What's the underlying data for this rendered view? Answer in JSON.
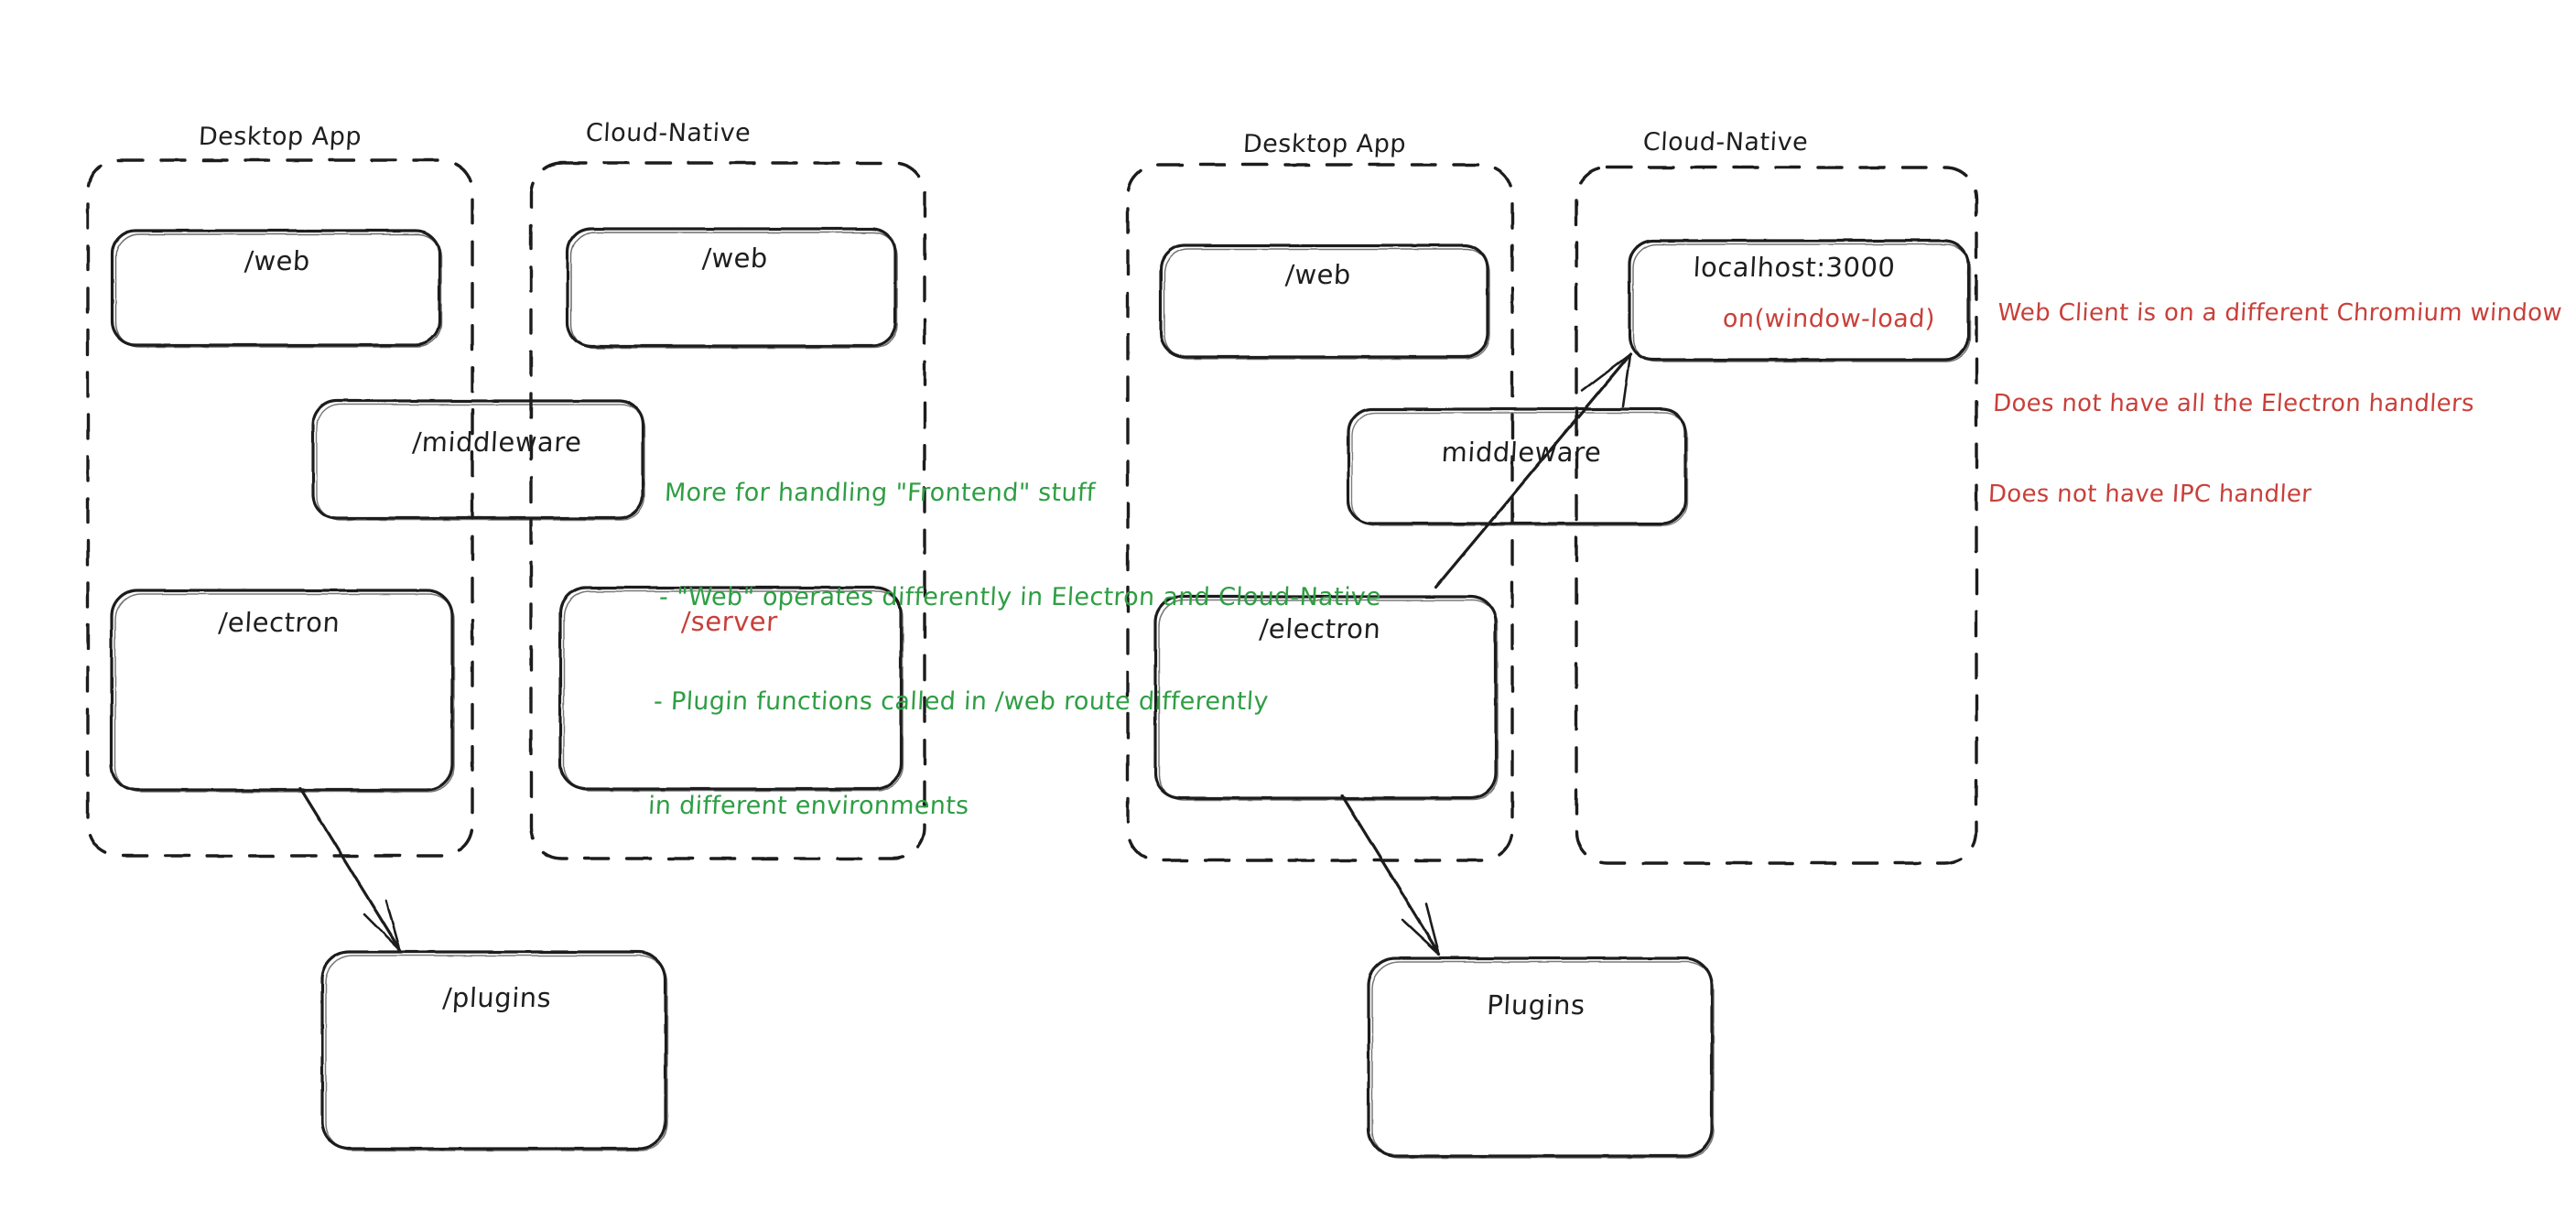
{
  "diagram": {
    "type": "architecture-comparison",
    "background": "#ffffff",
    "stroke_color": "#1e1e1e",
    "accent_red": "#c8403a",
    "accent_green": "#2f9e44",
    "style": "hand-drawn"
  },
  "left_diagram": {
    "name": "current-architecture",
    "groups": [
      {
        "id": "left-desktop-app",
        "title": "Desktop App",
        "style": "dashed",
        "nodes": [
          "left-web",
          "left-electron"
        ]
      },
      {
        "id": "left-cloud-native",
        "title": "Cloud-Native",
        "style": "dashed",
        "nodes": [
          "left-cloud-web",
          "left-server"
        ]
      }
    ],
    "nodes": [
      {
        "id": "left-web",
        "label": "/web",
        "color": "#1e1e1e"
      },
      {
        "id": "left-cloud-web",
        "label": "/web",
        "color": "#1e1e1e"
      },
      {
        "id": "left-middleware",
        "label": "/middleware",
        "color": "#1e1e1e"
      },
      {
        "id": "left-electron",
        "label": "/electron",
        "color": "#1e1e1e"
      },
      {
        "id": "left-server",
        "label": "/server",
        "color": "#c8403a"
      },
      {
        "id": "left-plugins",
        "label": "/plugins",
        "color": "#1e1e1e"
      }
    ],
    "arrows": [
      {
        "from": "left-electron",
        "to": "left-plugins",
        "style": "solid"
      }
    ]
  },
  "right_diagram": {
    "name": "proposed-architecture",
    "groups": [
      {
        "id": "right-desktop-app",
        "title": "Desktop App",
        "style": "dashed",
        "nodes": [
          "right-web",
          "right-electron"
        ]
      },
      {
        "id": "right-cloud-native",
        "title": "Cloud-Native",
        "style": "dashed",
        "nodes": [
          "right-localhost"
        ]
      }
    ],
    "nodes": [
      {
        "id": "right-web",
        "label": "/web",
        "color": "#1e1e1e"
      },
      {
        "id": "right-localhost",
        "label": "localhost:3000",
        "color": "#1e1e1e",
        "sublabel": "on(window-load)",
        "sublabel_color": "#c8403a"
      },
      {
        "id": "right-middleware",
        "label": "middleware",
        "color": "#1e1e1e"
      },
      {
        "id": "right-electron",
        "label": "/electron",
        "color": "#1e1e1e"
      },
      {
        "id": "right-plugins",
        "label": "Plugins",
        "color": "#1e1e1e"
      }
    ],
    "arrows": [
      {
        "from": "right-electron",
        "to": "right-localhost",
        "style": "solid"
      },
      {
        "from": "right-electron",
        "to": "right-plugins",
        "style": "solid"
      }
    ]
  },
  "annotations": {
    "middleware_note": {
      "color": "#2f9e44",
      "lines": [
        "More for handling \"Frontend\" stuff",
        "- \"Web\" operates differently in Electron and Cloud-Native",
        "- Plugin functions called in /web route differently",
        "in different environments"
      ]
    },
    "web_client_note": {
      "color": "#c8403a",
      "lines": [
        "Web Client is on a different Chromium window",
        "Does not have all the Electron handlers",
        "Does not have IPC handler"
      ]
    }
  }
}
